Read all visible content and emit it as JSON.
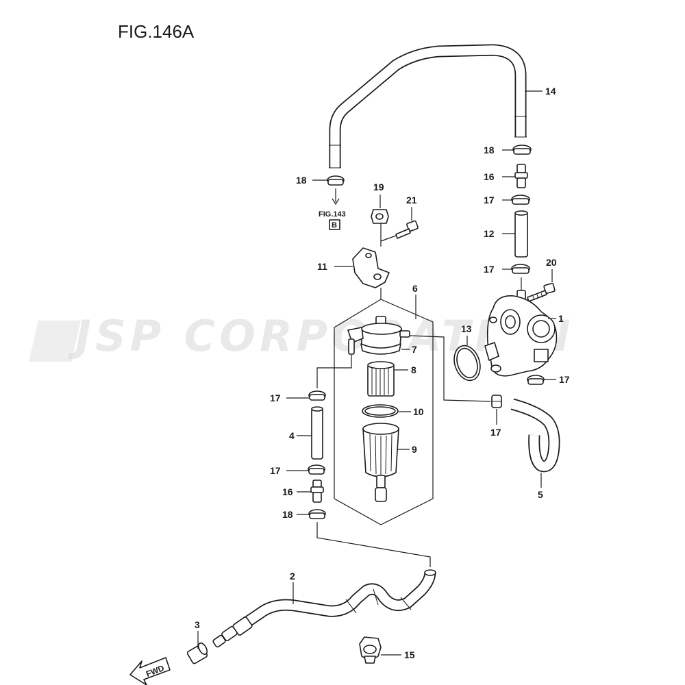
{
  "figure": {
    "title": "FIG.146A",
    "reference": {
      "figure": "FIG.143",
      "section": "B"
    },
    "watermark": "JSP CORPORATION",
    "direction_label": "FWD"
  },
  "callouts": {
    "c1": "1",
    "c2": "2",
    "c3": "3",
    "c4": "4",
    "c5": "5",
    "c6": "6",
    "c7": "7",
    "c8": "8",
    "c9": "9",
    "c10": "10",
    "c11": "11",
    "c12": "12",
    "c13": "13",
    "c14": "14",
    "c15": "15",
    "c16a": "16",
    "c16b": "16",
    "c17a": "17",
    "c17b": "17",
    "c17c": "17",
    "c17d": "17",
    "c17e": "17",
    "c17f": "17",
    "c18a": "18",
    "c18b": "18",
    "c18c": "18",
    "c19": "19",
    "c20": "20",
    "c21": "21"
  },
  "colors": {
    "ink": "#1a1a1a",
    "paper": "#ffffff",
    "watermark": "#d8d8d8"
  }
}
